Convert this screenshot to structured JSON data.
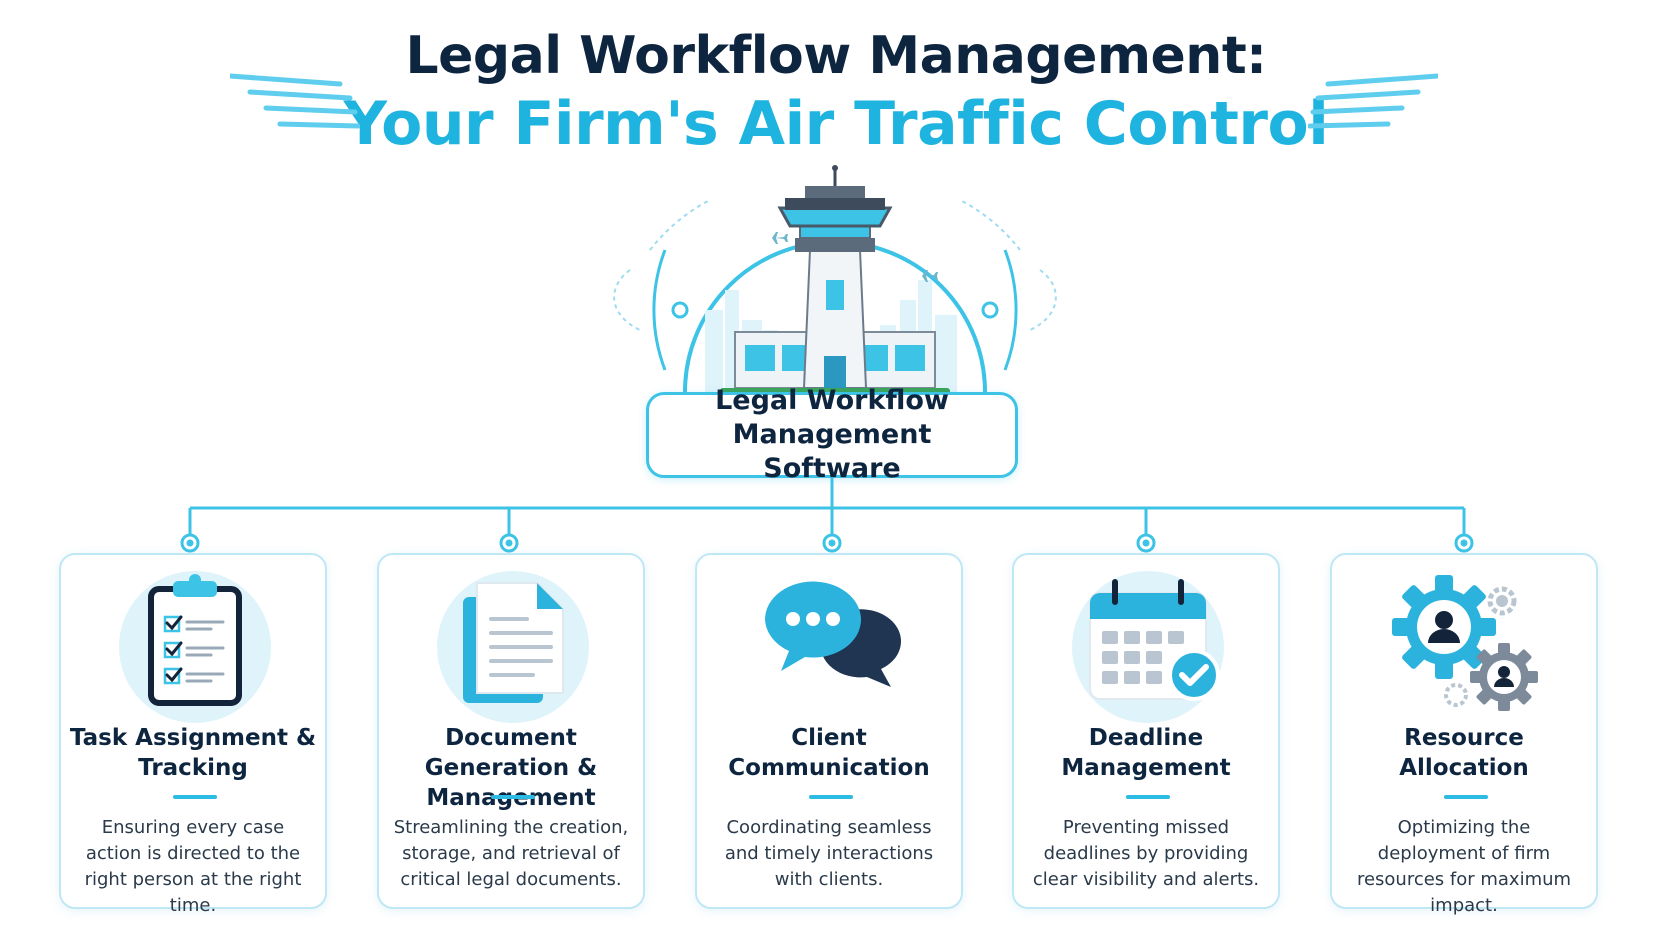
{
  "title": {
    "line1": "Legal Workflow Management:",
    "line2": "Your Firm's Air Traffic Control"
  },
  "hub": {
    "label": "Legal Workflow Management Software",
    "icon": "control-tower-icon"
  },
  "colors": {
    "navy": "#0e2540",
    "accent": "#1fb4df",
    "border": "#3cc3e6"
  },
  "cards": [
    {
      "icon": "clipboard-checklist-icon",
      "title": "Task Assignment & Tracking",
      "desc": "Ensuring every case action is directed to the right person at the right time."
    },
    {
      "icon": "document-icon",
      "title": "Document Generation & Management",
      "desc": "Streamlining the creation, storage, and retrieval of critical legal documents."
    },
    {
      "icon": "chat-bubbles-icon",
      "title": "Client Communication",
      "desc": "Coordinating seamless and timely interactions with clients."
    },
    {
      "icon": "calendar-check-icon",
      "title": "Deadline Management",
      "desc": "Preventing missed deadlines by providing clear visibility and alerts."
    },
    {
      "icon": "gears-people-icon",
      "title": "Resource Allocation",
      "desc": "Optimizing the deployment of firm resources for maximum impact."
    }
  ]
}
